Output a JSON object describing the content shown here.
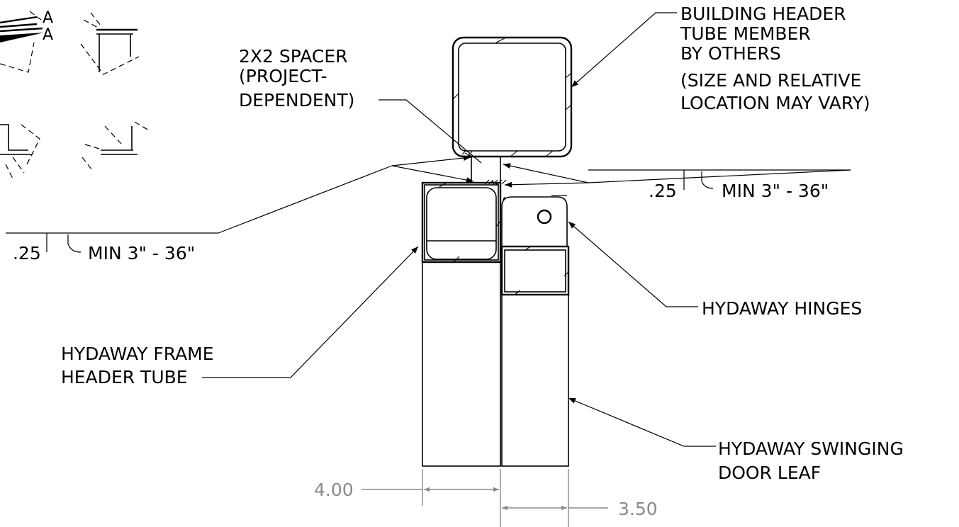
{
  "callouts": {
    "spacer": [
      "2X2 SPACER",
      "(PROJECT-",
      "DEPENDENT)"
    ],
    "building_header": [
      "BUILDING HEADER",
      "TUBE MEMBER",
      "BY OTHERS",
      "(SIZE AND RELATIVE",
      "LOCATION MAY VARY)"
    ],
    "hinges": "HYDAWAY HINGES",
    "frame_header": [
      "HYDAWAY FRAME",
      "HEADER TUBE"
    ],
    "door_leaf": [
      "HYDAWAY SWINGING",
      "DOOR LEAF"
    ]
  },
  "welds": {
    "right": {
      "size": ".25",
      "spec": "MIN 3\" - 36\""
    },
    "left": {
      "size": ".25",
      "spec": "MIN 3\" - 36\""
    }
  },
  "dimensions": {
    "frame_width": "4.00",
    "door_width": "3.50"
  },
  "view_markers": [
    "A",
    "A"
  ]
}
